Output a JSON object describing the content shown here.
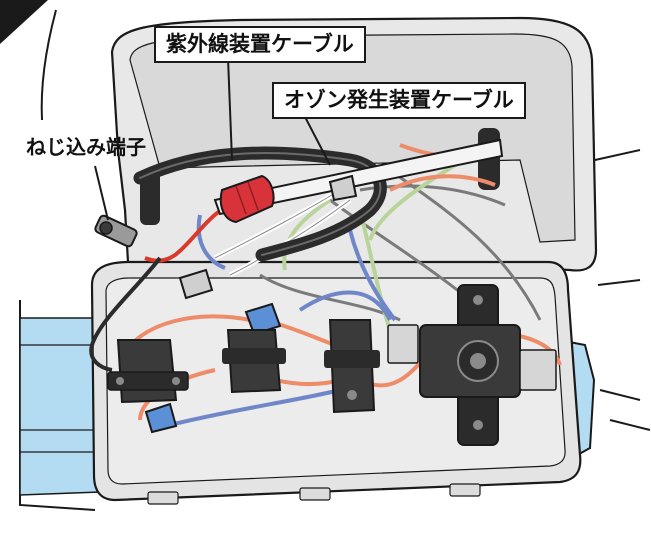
{
  "labels": {
    "uv_cable": "紫外線装置ケーブル",
    "ozone_cable": "オゾン発生装置ケーブル",
    "screw_terminal": "ねじ込み端子"
  },
  "colors": {
    "housing": "#e8e8e8",
    "housing_dark": "#cfcfcf",
    "water_panel": "#b3dcf2",
    "wire_red": "#d93a2b",
    "wire_blue": "#6f86c9",
    "wire_orange": "#ee8c6a",
    "wire_green": "#b9d49a",
    "wire_black": "#2b2b2b",
    "wire_nut_blue": "#5b8fd6",
    "wire_nut_red": "#d8323a",
    "outline": "#1a1a1a"
  }
}
